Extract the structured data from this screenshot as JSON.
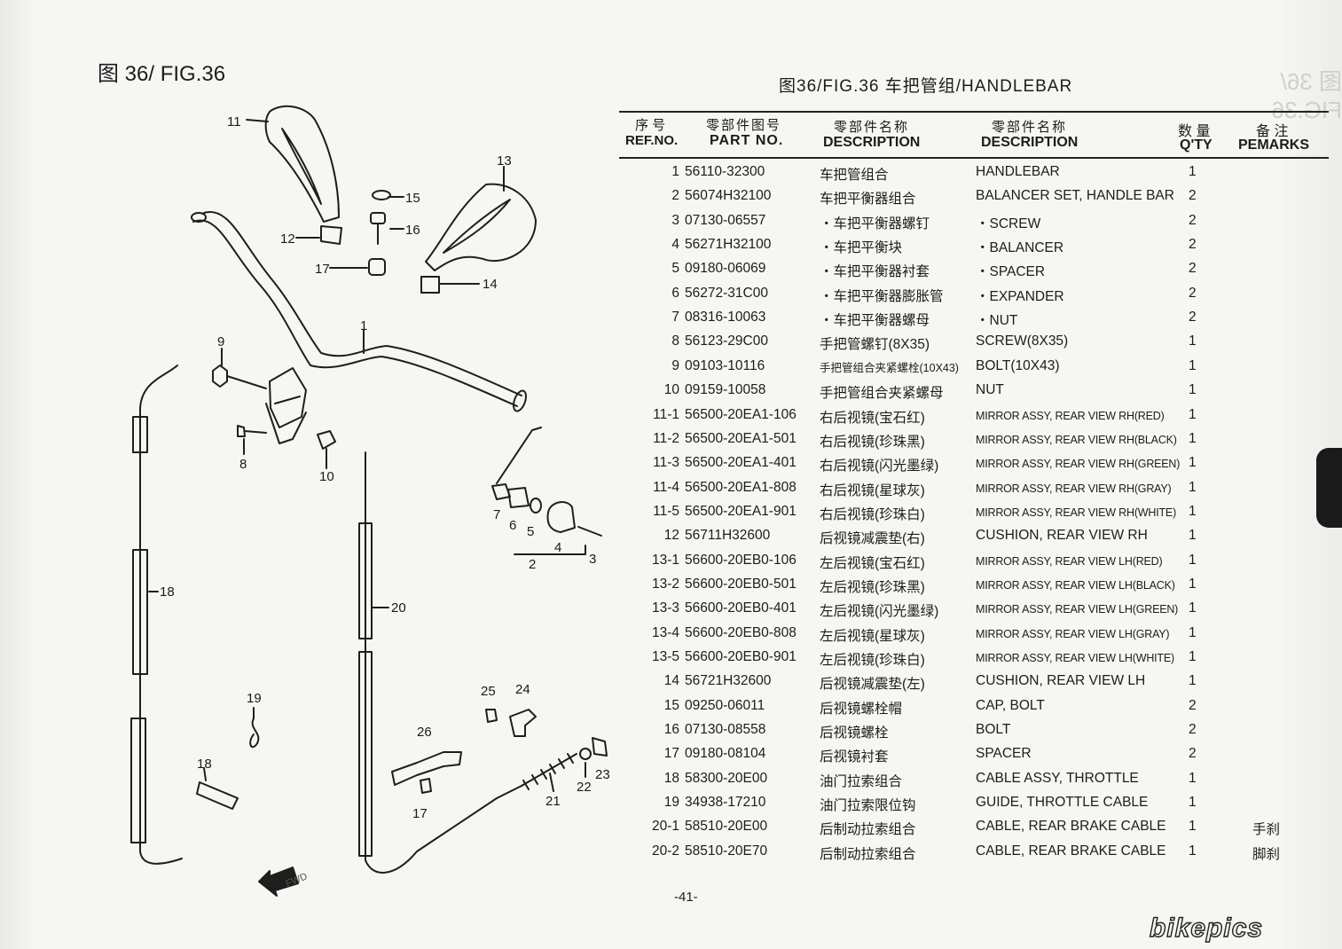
{
  "page": {
    "fig_label_left": "图 36/ FIG.36",
    "fig_label_right": "图36/FIG.36   车把管组/HANDLEBAR",
    "page_number": "-41-",
    "logo_text": "bikepics"
  },
  "headers": {
    "ref_cn": "序 号",
    "ref_en": "REF.NO.",
    "part_cn": "零部件图号",
    "part_en": "PART NO.",
    "desc_cn_cn": "零部件名称",
    "desc_cn_en": "DESCRIPTION",
    "desc_en_cn": "零部件名称",
    "desc_en_en": "DESCRIPTION",
    "qty_cn": "数 量",
    "qty_en": "Q'TY",
    "rem_cn": "备 注",
    "rem_en": "PEMARKS"
  },
  "parts": [
    {
      "ref": "1",
      "part": "56110-32300",
      "cn": "车把管组合",
      "en": "HANDLEBAR",
      "qty": "1",
      "rem": ""
    },
    {
      "ref": "2",
      "part": "56074H32100",
      "cn": "车把平衡器组合",
      "en": "BALANCER SET, HANDLE BAR",
      "qty": "2",
      "rem": ""
    },
    {
      "ref": "3",
      "part": "07130-06557",
      "cn": "・车把平衡器螺钉",
      "en": "・SCREW",
      "qty": "2",
      "rem": ""
    },
    {
      "ref": "4",
      "part": "56271H32100",
      "cn": "・车把平衡块",
      "en": "・BALANCER",
      "qty": "2",
      "rem": ""
    },
    {
      "ref": "5",
      "part": "09180-06069",
      "cn": "・车把平衡器衬套",
      "en": "・SPACER",
      "qty": "2",
      "rem": ""
    },
    {
      "ref": "6",
      "part": "56272-31C00",
      "cn": "・车把平衡器膨胀管",
      "en": "・EXPANDER",
      "qty": "2",
      "rem": ""
    },
    {
      "ref": "7",
      "part": "08316-10063",
      "cn": "・车把平衡器螺母",
      "en": "・NUT",
      "qty": "2",
      "rem": ""
    },
    {
      "ref": "8",
      "part": "56123-29C00",
      "cn": "手把管螺钉(8X35)",
      "en": "SCREW(8X35)",
      "qty": "1",
      "rem": ""
    },
    {
      "ref": "9",
      "part": "09103-10116",
      "cn": "手把管组合夹紧螺栓(10X43)",
      "en": "BOLT(10X43)",
      "qty": "1",
      "rem": ""
    },
    {
      "ref": "10",
      "part": "09159-10058",
      "cn": "手把管组合夹紧螺母",
      "en": "NUT",
      "qty": "1",
      "rem": ""
    },
    {
      "ref": "11-1",
      "part": "56500-20EA1-106",
      "cn": "右后视镜(宝石红)",
      "en": "MIRROR ASSY, REAR VIEW RH(RED)",
      "qty": "1",
      "rem": ""
    },
    {
      "ref": "11-2",
      "part": "56500-20EA1-501",
      "cn": "右后视镜(珍珠黑)",
      "en": "MIRROR ASSY, REAR VIEW RH(BLACK)",
      "qty": "1",
      "rem": ""
    },
    {
      "ref": "11-3",
      "part": "56500-20EA1-401",
      "cn": "右后视镜(闪光墨绿)",
      "en": "MIRROR ASSY, REAR VIEW RH(GREEN)",
      "qty": "1",
      "rem": ""
    },
    {
      "ref": "11-4",
      "part": "56500-20EA1-808",
      "cn": "右后视镜(星球灰)",
      "en": "MIRROR ASSY, REAR VIEW RH(GRAY)",
      "qty": "1",
      "rem": ""
    },
    {
      "ref": "11-5",
      "part": "56500-20EA1-901",
      "cn": "右后视镜(珍珠白)",
      "en": "MIRROR ASSY, REAR VIEW RH(WHITE)",
      "qty": "1",
      "rem": ""
    },
    {
      "ref": "12",
      "part": "56711H32600",
      "cn": "后视镜减震垫(右)",
      "en": "CUSHION, REAR VIEW RH",
      "qty": "1",
      "rem": ""
    },
    {
      "ref": "13-1",
      "part": "56600-20EB0-106",
      "cn": "左后视镜(宝石红)",
      "en": "MIRROR ASSY, REAR VIEW LH(RED)",
      "qty": "1",
      "rem": ""
    },
    {
      "ref": "13-2",
      "part": "56600-20EB0-501",
      "cn": "左后视镜(珍珠黑)",
      "en": "MIRROR ASSY, REAR VIEW LH(BLACK)",
      "qty": "1",
      "rem": ""
    },
    {
      "ref": "13-3",
      "part": "56600-20EB0-401",
      "cn": "左后视镜(闪光墨绿)",
      "en": "MIRROR ASSY, REAR VIEW LH(GREEN)",
      "qty": "1",
      "rem": ""
    },
    {
      "ref": "13-4",
      "part": "56600-20EB0-808",
      "cn": "左后视镜(星球灰)",
      "en": "MIRROR ASSY, REAR VIEW LH(GRAY)",
      "qty": "1",
      "rem": ""
    },
    {
      "ref": "13-5",
      "part": "56600-20EB0-901",
      "cn": "左后视镜(珍珠白)",
      "en": "MIRROR ASSY, REAR VIEW LH(WHITE)",
      "qty": "1",
      "rem": ""
    },
    {
      "ref": "14",
      "part": "56721H32600",
      "cn": "后视镜减震垫(左)",
      "en": "CUSHION, REAR VIEW LH",
      "qty": "1",
      "rem": ""
    },
    {
      "ref": "15",
      "part": "09250-06011",
      "cn": "后视镜螺栓帽",
      "en": "CAP, BOLT",
      "qty": "2",
      "rem": ""
    },
    {
      "ref": "16",
      "part": "07130-08558",
      "cn": "后视镜螺栓",
      "en": "BOLT",
      "qty": "2",
      "rem": ""
    },
    {
      "ref": "17",
      "part": "09180-08104",
      "cn": "后视镜衬套",
      "en": "SPACER",
      "qty": "2",
      "rem": ""
    },
    {
      "ref": "18",
      "part": "58300-20E00",
      "cn": "油门拉索组合",
      "en": "CABLE ASSY, THROTTLE",
      "qty": "1",
      "rem": ""
    },
    {
      "ref": "19",
      "part": "34938-17210",
      "cn": "油门拉索限位钩",
      "en": "GUIDE, THROTTLE CABLE",
      "qty": "1",
      "rem": ""
    },
    {
      "ref": "20-1",
      "part": "58510-20E00",
      "cn": "后制动拉索组合",
      "en": "CABLE, REAR BRAKE CABLE",
      "qty": "1",
      "rem": "手刹"
    },
    {
      "ref": "20-2",
      "part": "58510-20E70",
      "cn": "后制动拉索组合",
      "en": "CABLE, REAR BRAKE CABLE",
      "qty": "1",
      "rem": "脚刹"
    }
  ],
  "diagram": {
    "fwd_label": "FWD",
    "callouts": [
      "11",
      "13",
      "15",
      "16",
      "12",
      "17",
      "14",
      "1",
      "9",
      "8",
      "10",
      "7",
      "6",
      "5",
      "4",
      "3",
      "2",
      "18",
      "20",
      "19",
      "18",
      "25",
      "24",
      "26",
      "17",
      "22",
      "23",
      "21"
    ]
  }
}
